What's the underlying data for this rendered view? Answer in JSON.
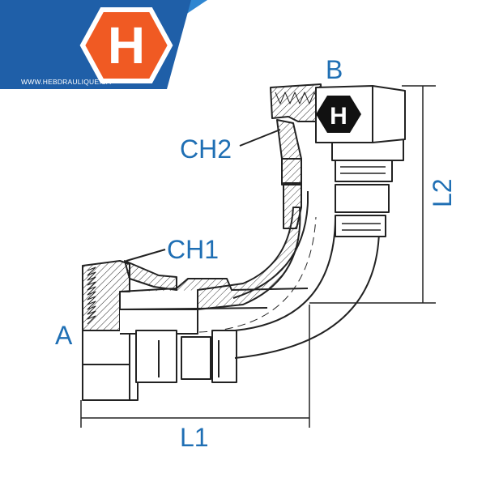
{
  "brand": {
    "logo_letter": "H",
    "website": "WWW.HEBDRAULIQUE.CA",
    "colors": {
      "banner_blue": "#1f5fa8",
      "banner_light_blue": "#2f86d1",
      "logo_orange": "#f05a23",
      "label_blue": "#1f6fb4"
    }
  },
  "fitting_logo": {
    "letter": "H",
    "color": "#111111"
  },
  "labels": {
    "port_a": "A",
    "port_b": "B",
    "ch1": "CH1",
    "ch2": "CH2",
    "l1": "L1",
    "l2": "L2"
  }
}
